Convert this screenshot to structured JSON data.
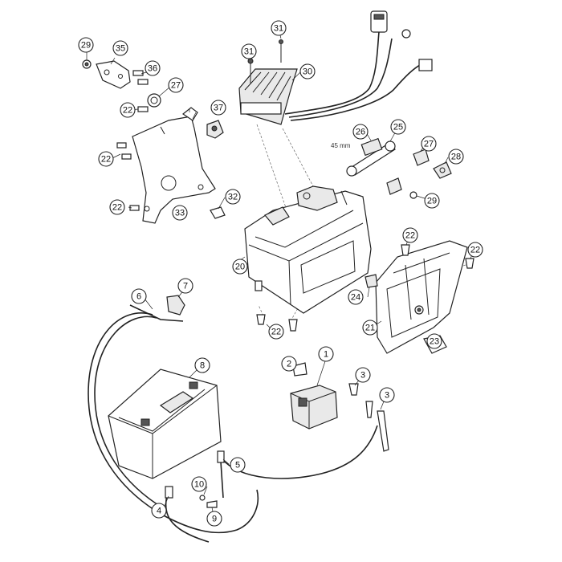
{
  "diagram": {
    "dimension_note": "45 mm",
    "callouts": [
      "1",
      "2",
      "3",
      "3",
      "4",
      "5",
      "6",
      "7",
      "8",
      "9",
      "10",
      "20",
      "21",
      "22",
      "22",
      "22",
      "22",
      "22",
      "22",
      "22",
      "23",
      "24",
      "25",
      "26",
      "27",
      "27",
      "28",
      "29",
      "29",
      "30",
      "31",
      "31",
      "32",
      "33",
      "35",
      "36",
      "37"
    ]
  }
}
